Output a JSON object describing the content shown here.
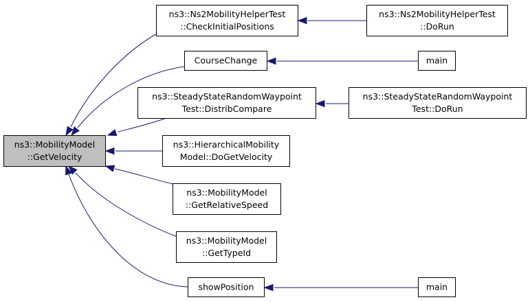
{
  "nodes": [
    {
      "id": "root",
      "lines": [
        "ns3::MobilityModel",
        "::GetVelocity"
      ],
      "root": true
    },
    {
      "id": "ns2check",
      "lines": [
        "ns3::Ns2MobilityHelperTest",
        "::CheckInitialPositions"
      ]
    },
    {
      "id": "ns2dorun",
      "lines": [
        "ns3::Ns2MobilityHelperTest",
        "::DoRun"
      ]
    },
    {
      "id": "course",
      "lines": [
        "CourseChange"
      ]
    },
    {
      "id": "main1",
      "lines": [
        "main"
      ]
    },
    {
      "id": "steadydist",
      "lines": [
        "ns3::SteadyStateRandomWaypoint",
        "Test::DistribCompare"
      ]
    },
    {
      "id": "steadydorun",
      "lines": [
        "ns3::SteadyStateRandomWaypoint",
        "Test::DoRun"
      ]
    },
    {
      "id": "hier",
      "lines": [
        "ns3::HierarchicalMobility",
        "Model::DoGetVelocity"
      ]
    },
    {
      "id": "relspeed",
      "lines": [
        "ns3::MobilityModel",
        "::GetRelativeSpeed"
      ]
    },
    {
      "id": "typeid",
      "lines": [
        "ns3::MobilityModel",
        "::GetTypeId"
      ]
    },
    {
      "id": "showpos",
      "lines": [
        "showPosition"
      ]
    },
    {
      "id": "main2",
      "lines": [
        "main"
      ]
    }
  ],
  "edges": [
    {
      "from": "ns2check",
      "to": "root"
    },
    {
      "from": "course",
      "to": "root"
    },
    {
      "from": "steadydist",
      "to": "root"
    },
    {
      "from": "hier",
      "to": "root"
    },
    {
      "from": "relspeed",
      "to": "root"
    },
    {
      "from": "typeid",
      "to": "root"
    },
    {
      "from": "showpos",
      "to": "root"
    },
    {
      "from": "ns2dorun",
      "to": "ns2check"
    },
    {
      "from": "main1",
      "to": "course"
    },
    {
      "from": "steadydorun",
      "to": "steadydist"
    },
    {
      "from": "main2",
      "to": "showpos"
    }
  ]
}
